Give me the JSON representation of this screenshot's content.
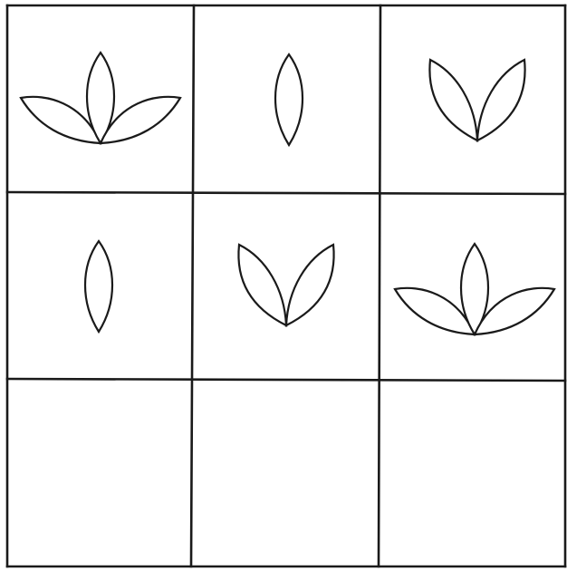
{
  "puzzle": {
    "rows": 3,
    "cols": 3,
    "line_color": "#1a1a1a",
    "background": "#ffffff",
    "cells": [
      {
        "figure": "three-petal-flower"
      },
      {
        "figure": "single-petal"
      },
      {
        "figure": "two-petal-v"
      },
      {
        "figure": "single-petal"
      },
      {
        "figure": "two-petal-v"
      },
      {
        "figure": "three-petal-flower"
      },
      {
        "figure": "empty"
      },
      {
        "figure": "empty"
      },
      {
        "figure": "empty"
      }
    ]
  }
}
